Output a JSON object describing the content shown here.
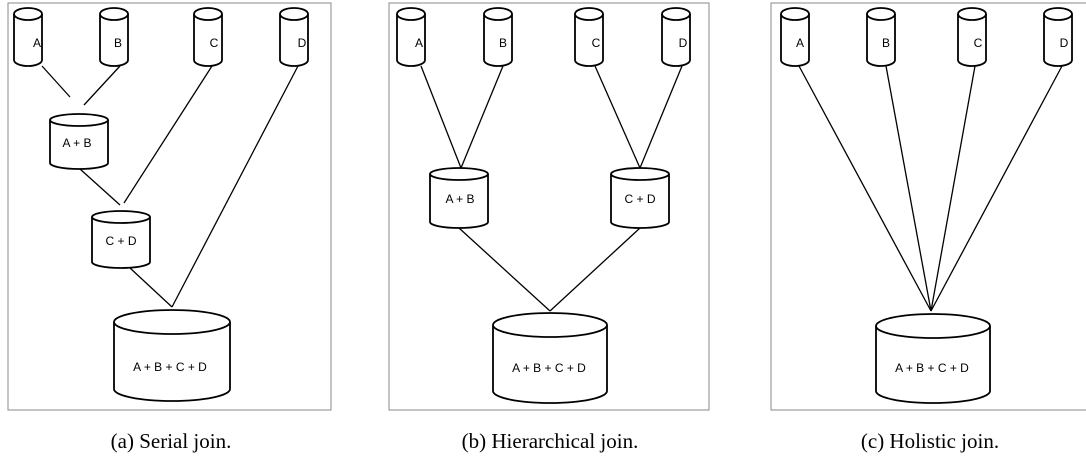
{
  "panels": [
    {
      "caption": "(a) Serial join.",
      "nodes": {
        "A": "A",
        "B": "B",
        "C": "C",
        "D": "D",
        "AB": "A + B",
        "CD": "C + D",
        "ABCD": "A + B + C + D"
      }
    },
    {
      "caption": "(b) Hierarchical join.",
      "nodes": {
        "A": "A",
        "B": "B",
        "C": "C",
        "D": "D",
        "AB": "A + B",
        "CD": "C + D",
        "ABCD": "A + B + C + D"
      }
    },
    {
      "caption": "(c) Holistic join.",
      "nodes": {
        "A": "A",
        "B": "B",
        "C": "C",
        "D": "D",
        "ABCD": "A + B + C + D"
      }
    }
  ]
}
